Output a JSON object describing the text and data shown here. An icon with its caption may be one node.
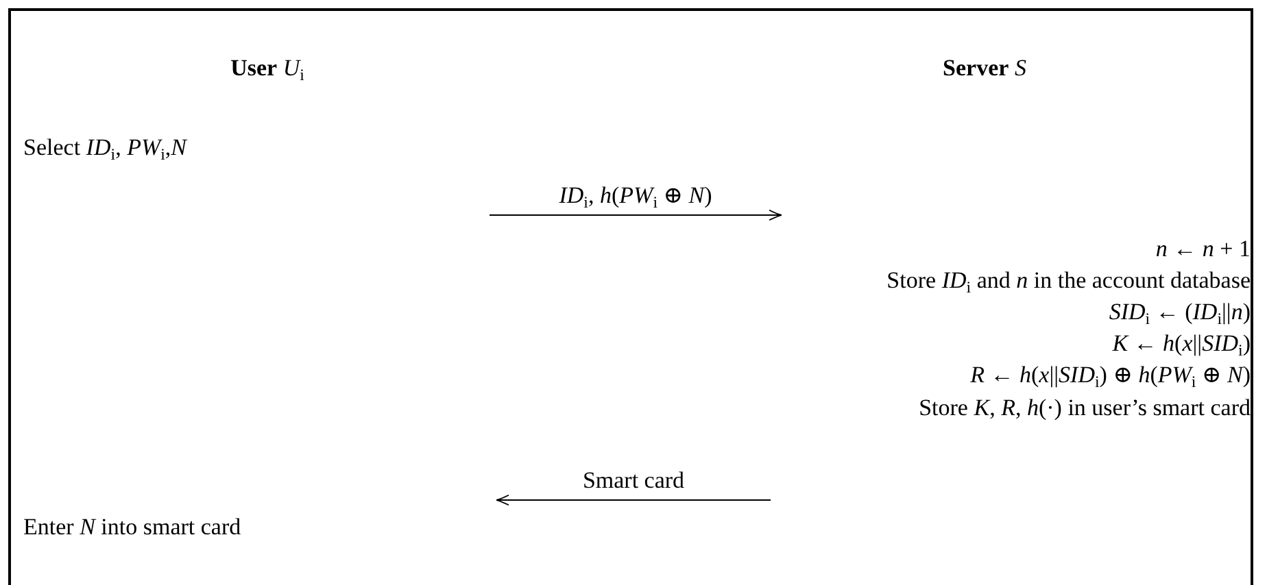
{
  "diagram": {
    "nodes": [
      {
        "text": [
          "**User** *U*$_{i}$"
        ]
      },
      {
        "text": [
          "**Server** *S*"
        ]
      },
      {
        "text": [
          "Select *ID*$_{i}$, *PW*$_{i}$,*N*"
        ]
      },
      {
        "text": [
          "*n* ← *n* + 1"
        ]
      },
      {
        "text": [
          "Store *ID*$_{i}$ and *n* in the account database"
        ]
      },
      {
        "text": [
          "*SID*$_{i}$ ← (*ID*$_{i}$||*n*)"
        ]
      },
      {
        "text": [
          "*K* ← *h*(*x*||*SID*$_{i}$)"
        ]
      },
      {
        "text": [
          "*R* ← *h*(*x*||*SID*$_{i}$) ⊕ *h*(*PW*$_{i}$ ⊕ *N*)"
        ]
      },
      {
        "text": [
          "Store *K*, *R*, *h*(·) in user’s smart card"
        ]
      },
      {
        "text": [
          "Enter *N* into smart card"
        ]
      }
    ],
    "labels": [
      "*ID*$_{i}$, *h*(*PW*$_{i}$ ⊕ *N*)",
      "Smart card"
    ]
  }
}
